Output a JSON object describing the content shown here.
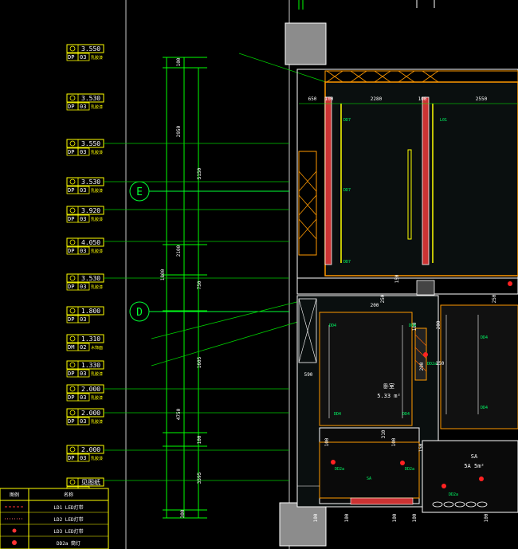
{
  "axes": {
    "e": "E",
    "d": "D"
  },
  "levels": [
    {
      "value": "3.550",
      "code": "DP",
      "num": "03",
      "note": "乳胶漆"
    },
    {
      "value": "3.530",
      "code": "DP",
      "num": "03",
      "note": "乳胶漆"
    },
    {
      "value": "3.550",
      "code": "DP",
      "num": "03",
      "note": "乳胶漆"
    },
    {
      "value": "3.530",
      "code": "DP",
      "num": "03",
      "note": "乳胶漆"
    },
    {
      "value": "3.920",
      "code": "DP",
      "num": "03",
      "note": "乳胶漆"
    },
    {
      "value": "4.050",
      "code": "DP",
      "num": "03",
      "note": "乳胶漆"
    },
    {
      "value": "3.530",
      "code": "DP",
      "num": "03",
      "note": "乳胶漆"
    },
    {
      "value": "1.800",
      "code": "DP",
      "num": "03",
      "note": ""
    },
    {
      "value": "1.310",
      "code": "DM",
      "num": "02",
      "note": "木饰面"
    },
    {
      "value": "1.330",
      "code": "DP",
      "num": "03",
      "note": "乳胶漆"
    },
    {
      "value": "2.000",
      "code": "DP",
      "num": "03",
      "note": "乳胶漆"
    },
    {
      "value": "2.000",
      "code": "DP",
      "num": "03",
      "note": "乳胶漆"
    },
    {
      "value": "2.000",
      "code": "DP",
      "num": "03",
      "note": "乳胶漆"
    },
    {
      "value": "见图纸",
      "code": "DP",
      "num": "03",
      "note": "乳胶漆"
    }
  ],
  "dimensions": {
    "left_a": [
      "100",
      "2950",
      "2100",
      "750",
      "1605",
      "4750",
      "100",
      "3595",
      "300"
    ],
    "left_b": [
      "5150",
      "1800"
    ],
    "top": [
      "650",
      "100",
      "2280",
      "100",
      "2550"
    ],
    "misc": [
      "150",
      "250",
      "250",
      "200",
      "200",
      "100",
      "200",
      "150",
      "590",
      "310",
      "100",
      "100",
      "150",
      "100",
      "100",
      "100",
      "100",
      "100"
    ]
  },
  "rooms": [
    {
      "name": "卧室",
      "area": "5.33 m²"
    },
    {
      "name": "SA",
      "area": "5A 5m²"
    }
  ],
  "tags": [
    "DD7",
    "DD7",
    "DD7",
    "DD4",
    "DD4",
    "DD4",
    "DD4",
    "DD4",
    "DD4",
    "DD2a",
    "DD2a",
    "DD2a",
    "DD2a",
    "L01",
    "SA"
  ],
  "legend": {
    "header": [
      "图例",
      "名称"
    ],
    "rows": [
      {
        "name": "LD1 LED灯带"
      },
      {
        "name": "LD2 LED灯带"
      },
      {
        "name": "LD3 LED灯带"
      },
      {
        "name": "DD2a 筒灯"
      }
    ]
  },
  "colors": {
    "bg": "#000000",
    "green": "#00ff00",
    "yellow": "#ffff00",
    "cyan": "#00ffff",
    "red": "#ff0000",
    "white": "#ffffff",
    "grey": "#808080",
    "orange": "#ff9900"
  }
}
